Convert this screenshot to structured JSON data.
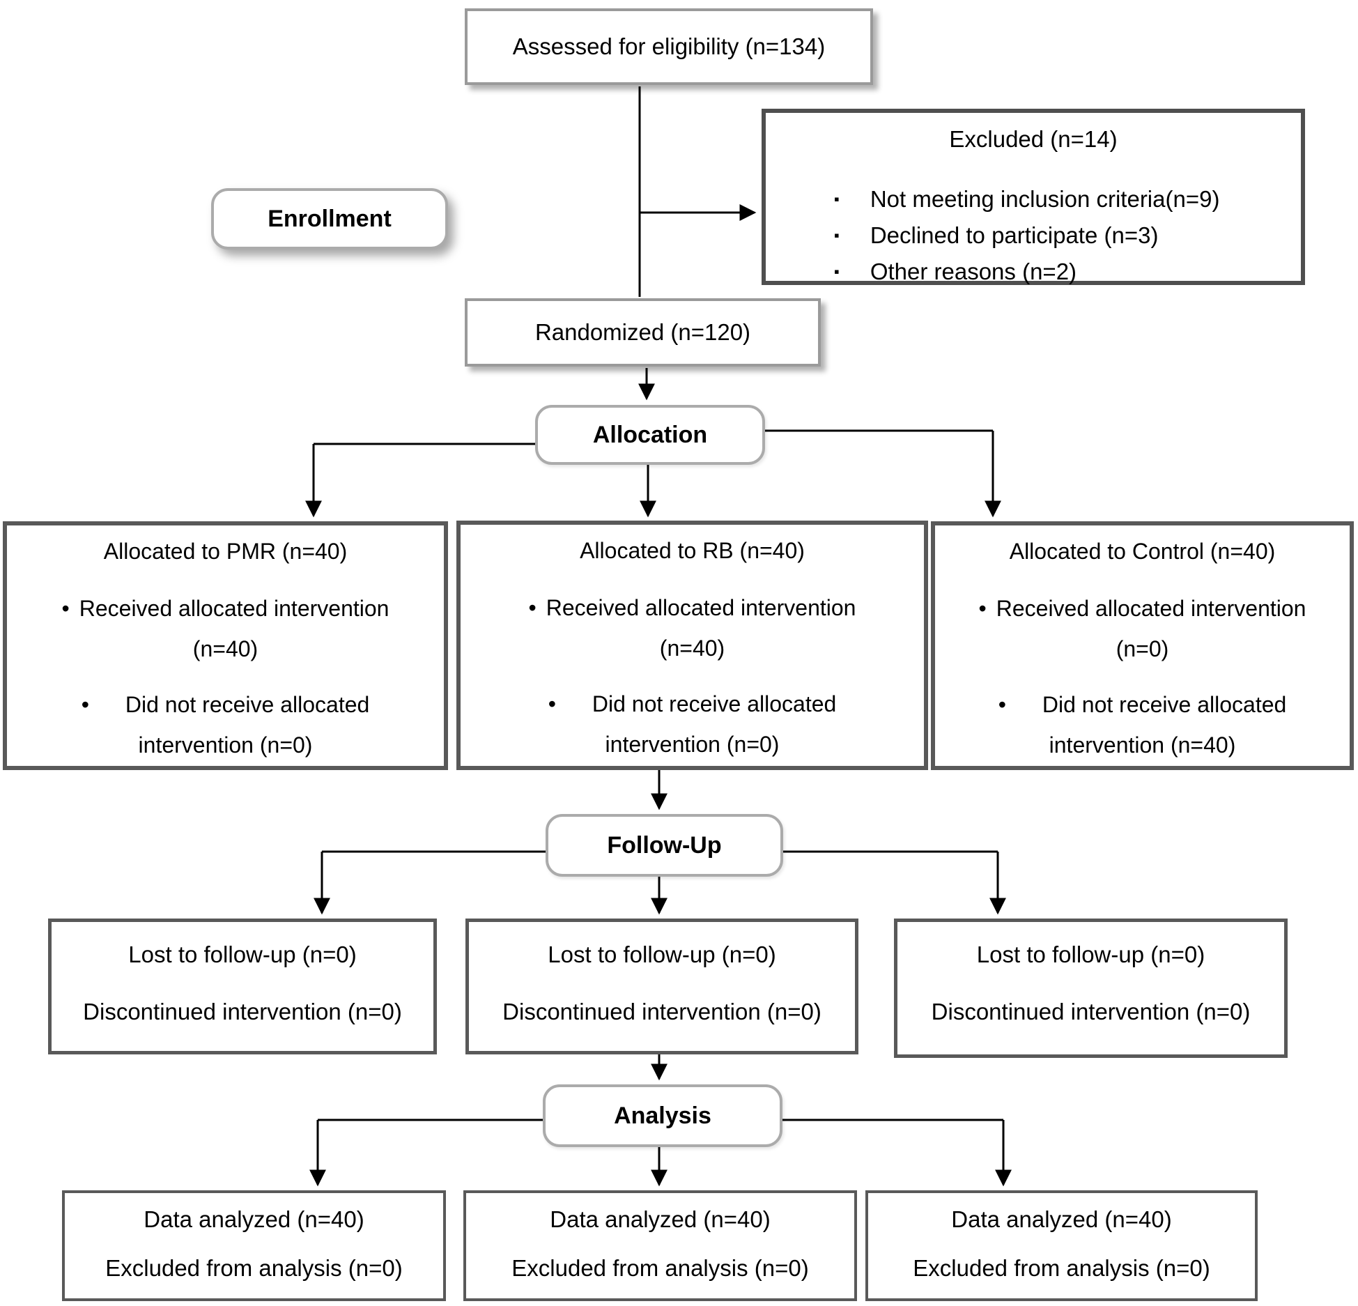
{
  "colors": {
    "line": "#000000",
    "border_dark": "#595959",
    "border_excluded": "#4f4f4f",
    "border_light": "#ababab",
    "box_fill": "#ffffff",
    "text": "#000000"
  },
  "icons": {
    "round_bullet": "•",
    "square_bullet": "▪"
  },
  "assessed": {
    "label": "Assessed for eligibility (n=134)"
  },
  "excluded": {
    "title": "Excluded (n=14)",
    "items": [
      "Not meeting inclusion criteria(n=9)",
      "Declined to participate (n=3)",
      "Other reasons (n=2)"
    ]
  },
  "stages": {
    "enrollment": "Enrollment",
    "allocation": "Allocation",
    "followup": "Follow-Up",
    "analysis": "Analysis"
  },
  "randomized": {
    "label": "Randomized (n=120)"
  },
  "allocation_boxes": [
    {
      "title": "Allocated to PMR (n=40)",
      "received": "Received allocated intervention",
      "received_n": "(n=40)",
      "not_received": "Did not receive allocated",
      "not_received_n": "intervention (n=0)"
    },
    {
      "title": "Allocated to RB (n=40)",
      "received": "Received allocated intervention",
      "received_n": "(n=40)",
      "not_received": "Did not receive allocated",
      "not_received_n": "intervention (n=0)"
    },
    {
      "title": "Allocated to Control (n=40)",
      "received": "Received allocated intervention",
      "received_n": "(n=0)",
      "not_received": "Did not receive allocated",
      "not_received_n": "intervention (n=40)"
    }
  ],
  "followup_boxes": [
    {
      "line1": "Lost to follow-up (n=0)",
      "line2": "Discontinued intervention (n=0)"
    },
    {
      "line1": "Lost to follow-up (n=0)",
      "line2": "Discontinued intervention (n=0)"
    },
    {
      "line1": "Lost to follow-up (n=0)",
      "line2": "Discontinued intervention (n=0)"
    }
  ],
  "analysis_boxes": [
    {
      "line1": "Data analyzed (n=40)",
      "line2": "Excluded from analysis (n=0)"
    },
    {
      "line1": "Data analyzed (n=40)",
      "line2": "Excluded from analysis (n=0)"
    },
    {
      "line1": "Data analyzed (n=40)",
      "line2": "Excluded from analysis (n=0)"
    }
  ]
}
